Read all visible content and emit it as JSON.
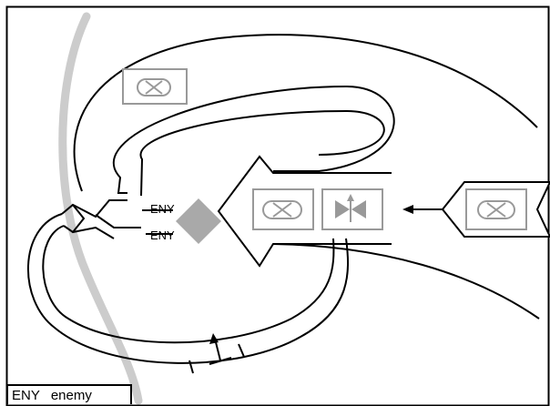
{
  "labels": {
    "eny_upper": "ENY",
    "eny_lower": "ENY"
  },
  "legend": {
    "abbreviation": "ENY",
    "meaning": "enemy"
  },
  "colors": {
    "line": "#000000",
    "symbol_gray": "#999999",
    "boundary_gray": "#cccccc",
    "diamond_gray": "#a9a9a9"
  },
  "icons": {
    "upper_left_symbol": "circle-x-icon",
    "middle_symbol": "circle-x-icon",
    "right_symbol": "bowtie-arrow-icon",
    "far_right_symbol": "circle-x-icon"
  }
}
